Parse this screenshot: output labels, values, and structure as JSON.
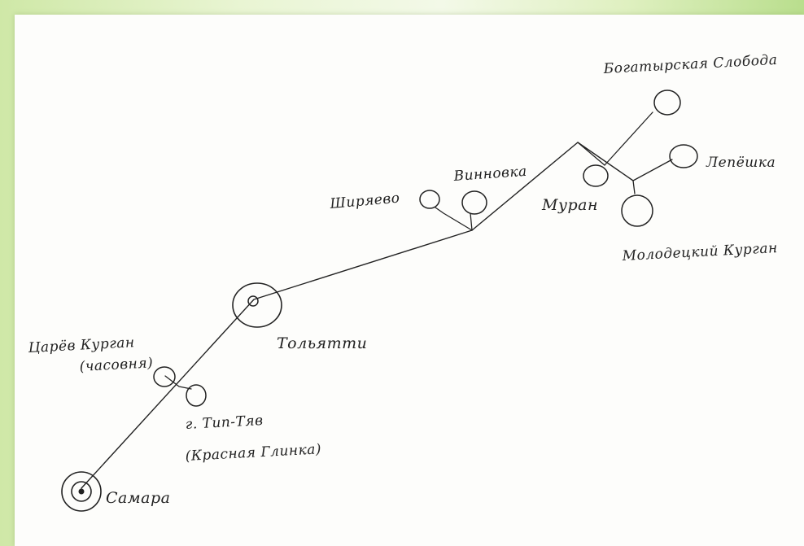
{
  "nodes": {
    "samara": "Самара",
    "tolyatti": "Тольятти",
    "tsaryov_kurgan": "Царёв Курган",
    "tsaryov_kurgan_note": "(часовня)",
    "tip_tyav": "г. Тип-Тяв",
    "tip_tyav_note": "(Красная Глинка)",
    "shiryaevo": "Ширяево",
    "vinnovka": "Винновка",
    "muran": "Муран",
    "bogatyrskaya_sloboda": "Богатырская Слобода",
    "lepyoshka": "Лепёшка",
    "molodetsky_kurgan": "Молодецкий Курган"
  }
}
